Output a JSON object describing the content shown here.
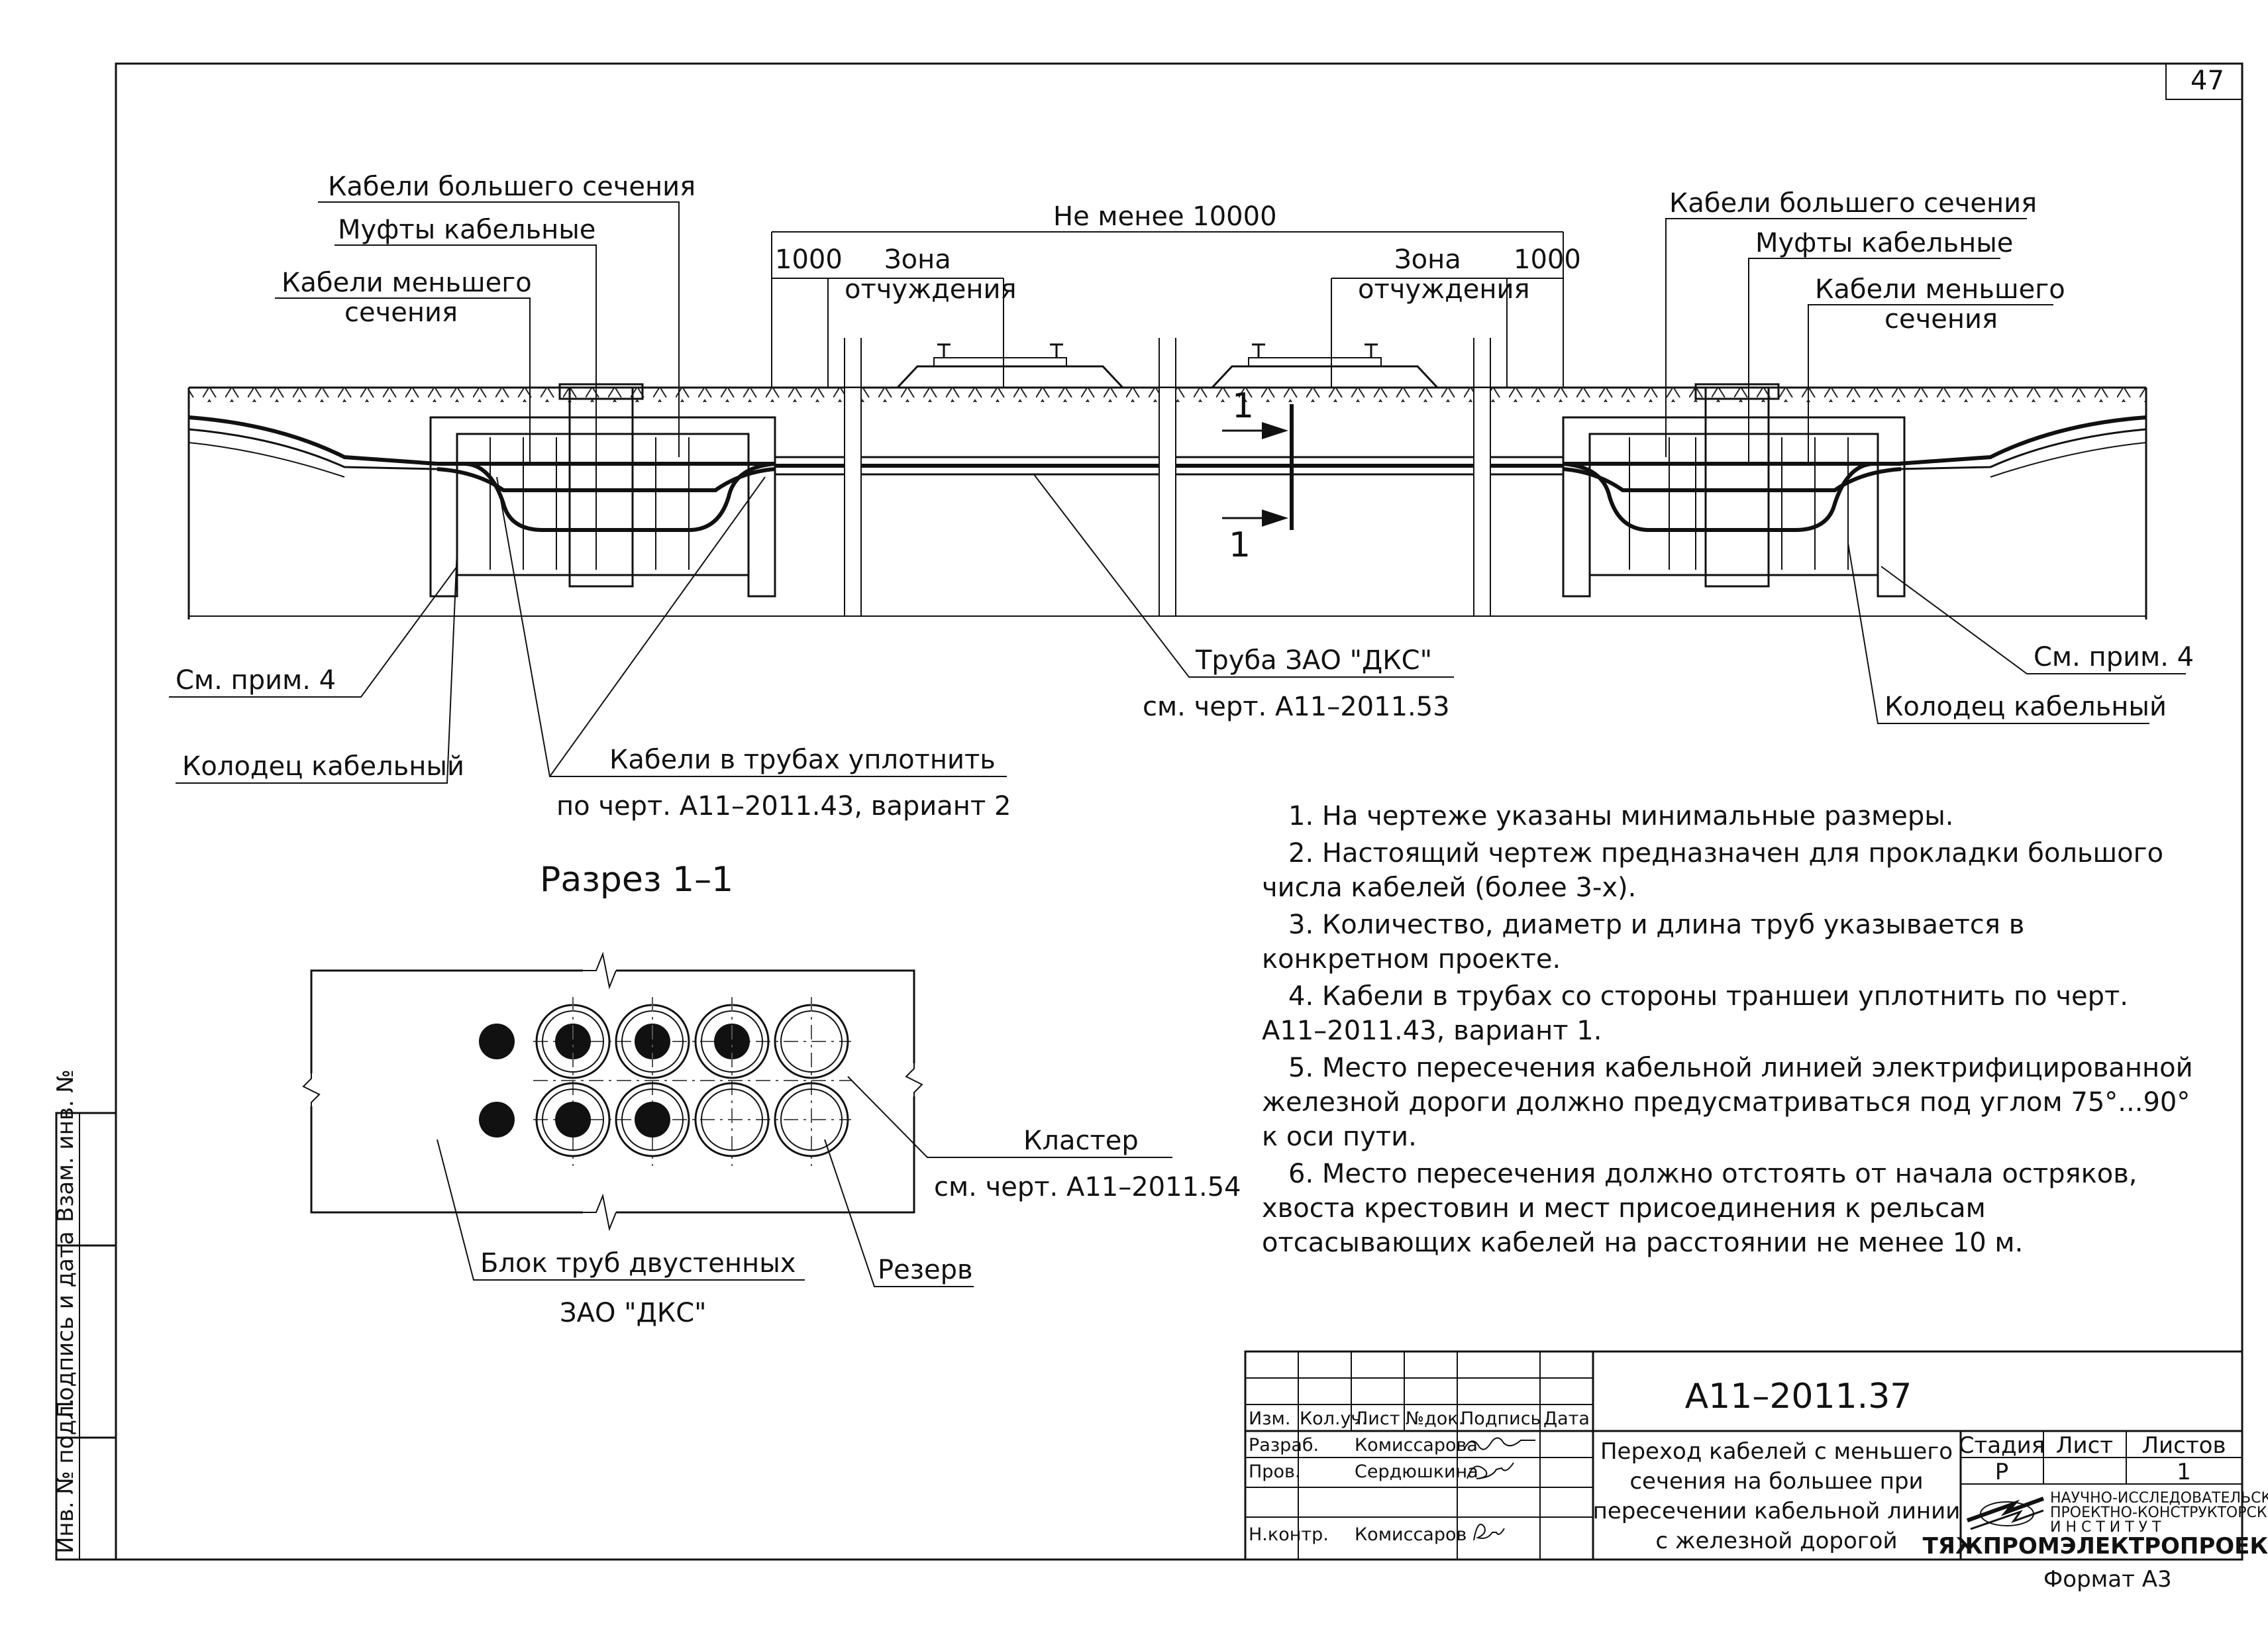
{
  "page": {
    "number": "47",
    "format_label": "Формат А3"
  },
  "side_stamp": [
    "Взам. инв. №",
    "Подпись и дата",
    "Инв. № подл."
  ],
  "profile": {
    "left_labels": [
      "Кабели большего сечения",
      "Муфты кабельные",
      "Кабели меньшего",
      "сечения"
    ],
    "right_labels": [
      "Кабели большего сечения",
      "Муфты кабельные",
      "Кабели меньшего",
      "сечения"
    ],
    "dimension_total": "Не менее 10000",
    "dimension_left": "1000",
    "dimension_right": "1000",
    "zone_left": [
      "Зона",
      "отчуждения"
    ],
    "zone_right": [
      "Зона",
      "отчуждения"
    ],
    "section_mark": "1",
    "callout_see_note_left": "См. прим. 4",
    "callout_see_note_right": "См. прим. 4",
    "callout_well_left": "Колодец кабельный",
    "callout_well_right": "Колодец кабельный",
    "callout_seal": [
      "Кабели в трубах уплотнить",
      "по черт. А11–2011.43, вариант 2"
    ],
    "callout_pipe": [
      "Труба ЗАО \"ДКС\"",
      "см. черт. А11–2011.53"
    ]
  },
  "section": {
    "title": "Разрез 1–1",
    "callout_cluster": [
      "Кластер",
      "см. черт. А11–2011.54"
    ],
    "callout_block": [
      "Блок труб двустенных",
      "ЗАО \"ДКС\""
    ],
    "callout_reserve": "Резерв"
  },
  "notes": [
    [
      "1. На чертеже указаны минимальные размеры."
    ],
    [
      "2. Настоящий чертеж предназначен для прокладки большого",
      "числа кабелей (более 3-х)."
    ],
    [
      "3. Количество, диаметр и длина труб указывается в",
      "конкретном проекте."
    ],
    [
      "4. Кабели в трубах со стороны траншеи уплотнить по черт.",
      "А11–2011.43, вариант 1."
    ],
    [
      "5. Место пересечения кабельной линией электрифицированной",
      "железной дороги должно предусматриваться под углом 75°...90°",
      "к оси пути."
    ],
    [
      "6. Место пересечения должно отстоять от начала остряков,",
      "хвоста крестовин и мест присоединения к рельсам",
      "отсасывающих кабелей на расстоянии не менее 10 м."
    ]
  ],
  "title_block": {
    "doc_code": "А11–2011.37",
    "headers": [
      "Изм.",
      "Кол.уч.",
      "Лист",
      "№док.",
      "Подпись",
      "Дата"
    ],
    "rows": [
      {
        "role": "Разраб.",
        "name": "Комиссарова"
      },
      {
        "role": "Пров.",
        "name": "Сердюшкина"
      },
      {
        "role": "Н.контр.",
        "name": "Комиссаров"
      }
    ],
    "doc_title": [
      "Переход кабелей с меньшего",
      "сечения на большее при",
      "пересечении кабельной линии",
      "с железной дорогой"
    ],
    "stage_headers": [
      "Стадия",
      "Лист",
      "Листов"
    ],
    "stage_values": [
      "Р",
      "",
      "1"
    ],
    "org_lines": [
      "НАУЧНО-ИССЛЕДОВАТЕЛЬСКИЙ",
      "ПРОЕКТНО-КОНСТРУКТОРСКИЙ",
      "И Н С Т И Т У Т"
    ],
    "org_name": "ТЯЖПРОМЭЛЕКТРОПРОЕКТ"
  }
}
